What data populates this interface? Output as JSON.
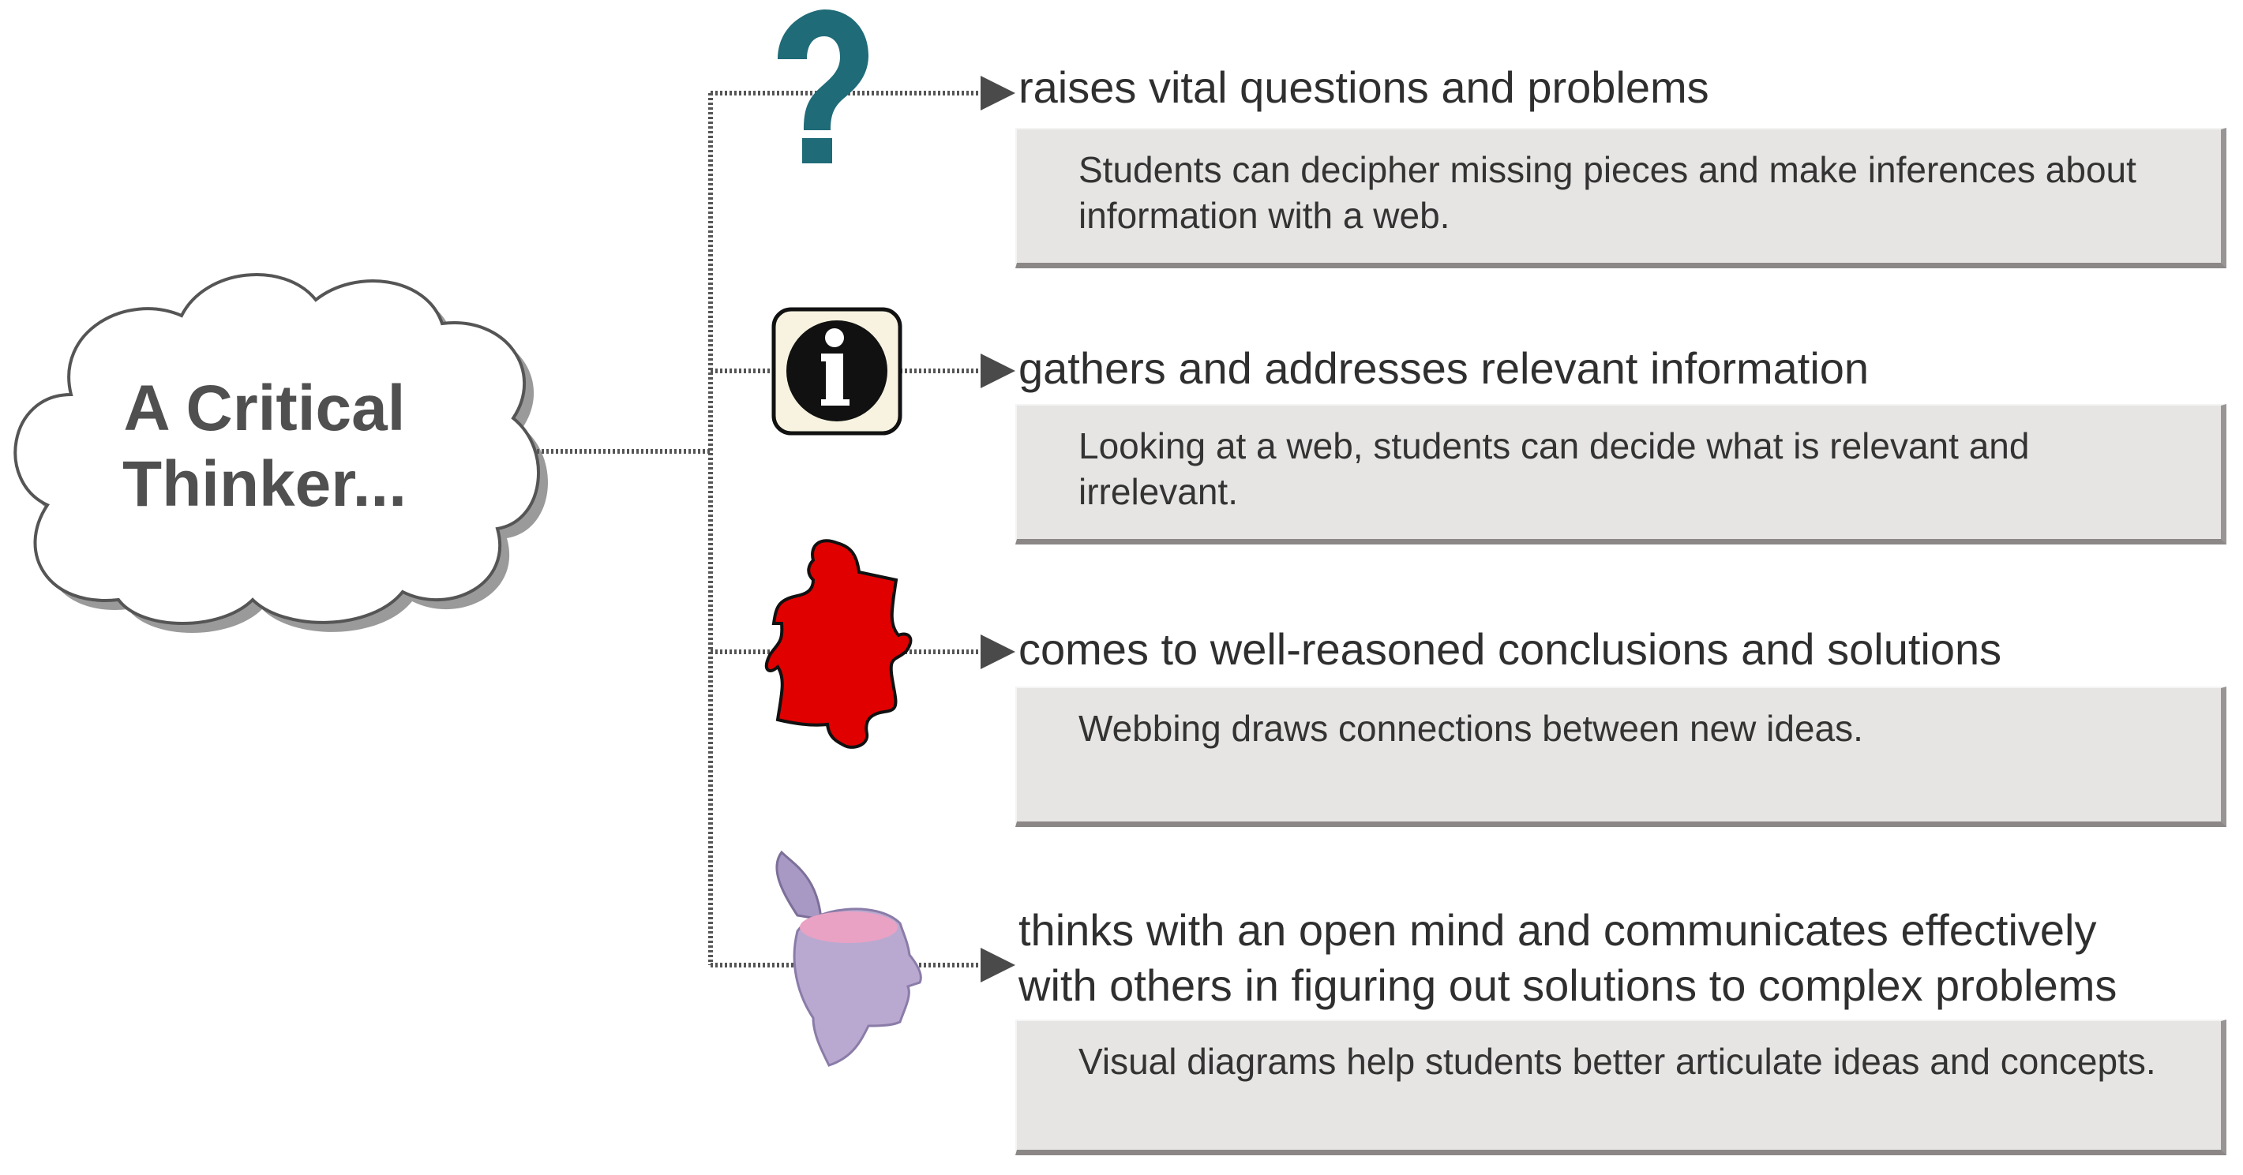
{
  "central_node": {
    "line1": "A Critical",
    "line2": "Thinker..."
  },
  "branches": [
    {
      "icon": "question-mark-icon",
      "headline": "raises vital questions and problems",
      "description": "Students can decipher missing pieces and make inferences about information with a web."
    },
    {
      "icon": "info-icon",
      "headline": "gathers and addresses relevant information",
      "description": "Looking at a web, students can decide what is relevant and irrelevant."
    },
    {
      "icon": "puzzle-piece-icon",
      "headline": "comes to well-reasoned conclusions and solutions",
      "description": "Webbing draws connections between new ideas."
    },
    {
      "icon": "open-head-icon",
      "headline_line1": "thinks with an open mind and communicates effectively",
      "headline_line2": "with others in figuring out solutions to complex problems",
      "description": "Visual diagrams help students better articulate ideas and concepts."
    }
  ],
  "colors": {
    "question_mark": "#1f6b78",
    "puzzle": "#e00000",
    "head": "#b9a9d0",
    "brain": "#e9a2c4",
    "box_fill": "#e6e5e3",
    "box_shadow": "#8c8787",
    "connector": "#555555"
  }
}
